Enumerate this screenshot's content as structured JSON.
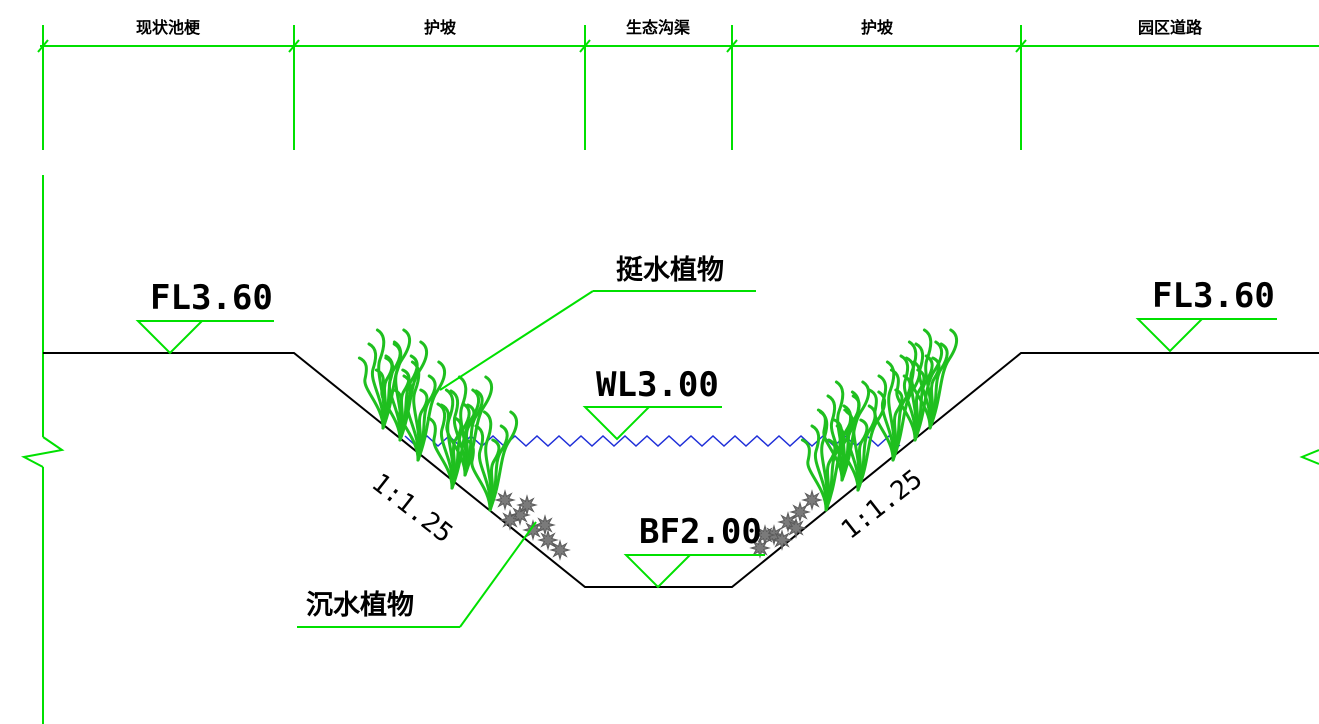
{
  "zones": [
    {
      "label": "现状池梗"
    },
    {
      "label": "护坡"
    },
    {
      "label": "生态沟渠"
    },
    {
      "label": "护坡"
    },
    {
      "label": "园区道路"
    }
  ],
  "elevations": {
    "left_ground": "FL3.60",
    "right_ground": "FL3.60",
    "water_level": "WL3.00",
    "bottom": "BF2.00"
  },
  "callouts": {
    "emergent_plants": "挺水植物",
    "submerged_plants": "沉水植物"
  },
  "slopes": {
    "left": "1:1.25",
    "right": "1:1.25"
  },
  "colors": {
    "line": "#000000",
    "dimension": "#00e000",
    "water": "#1f2fd8",
    "plants": "#1fbf1f",
    "submerged": "#7a7a7a"
  }
}
